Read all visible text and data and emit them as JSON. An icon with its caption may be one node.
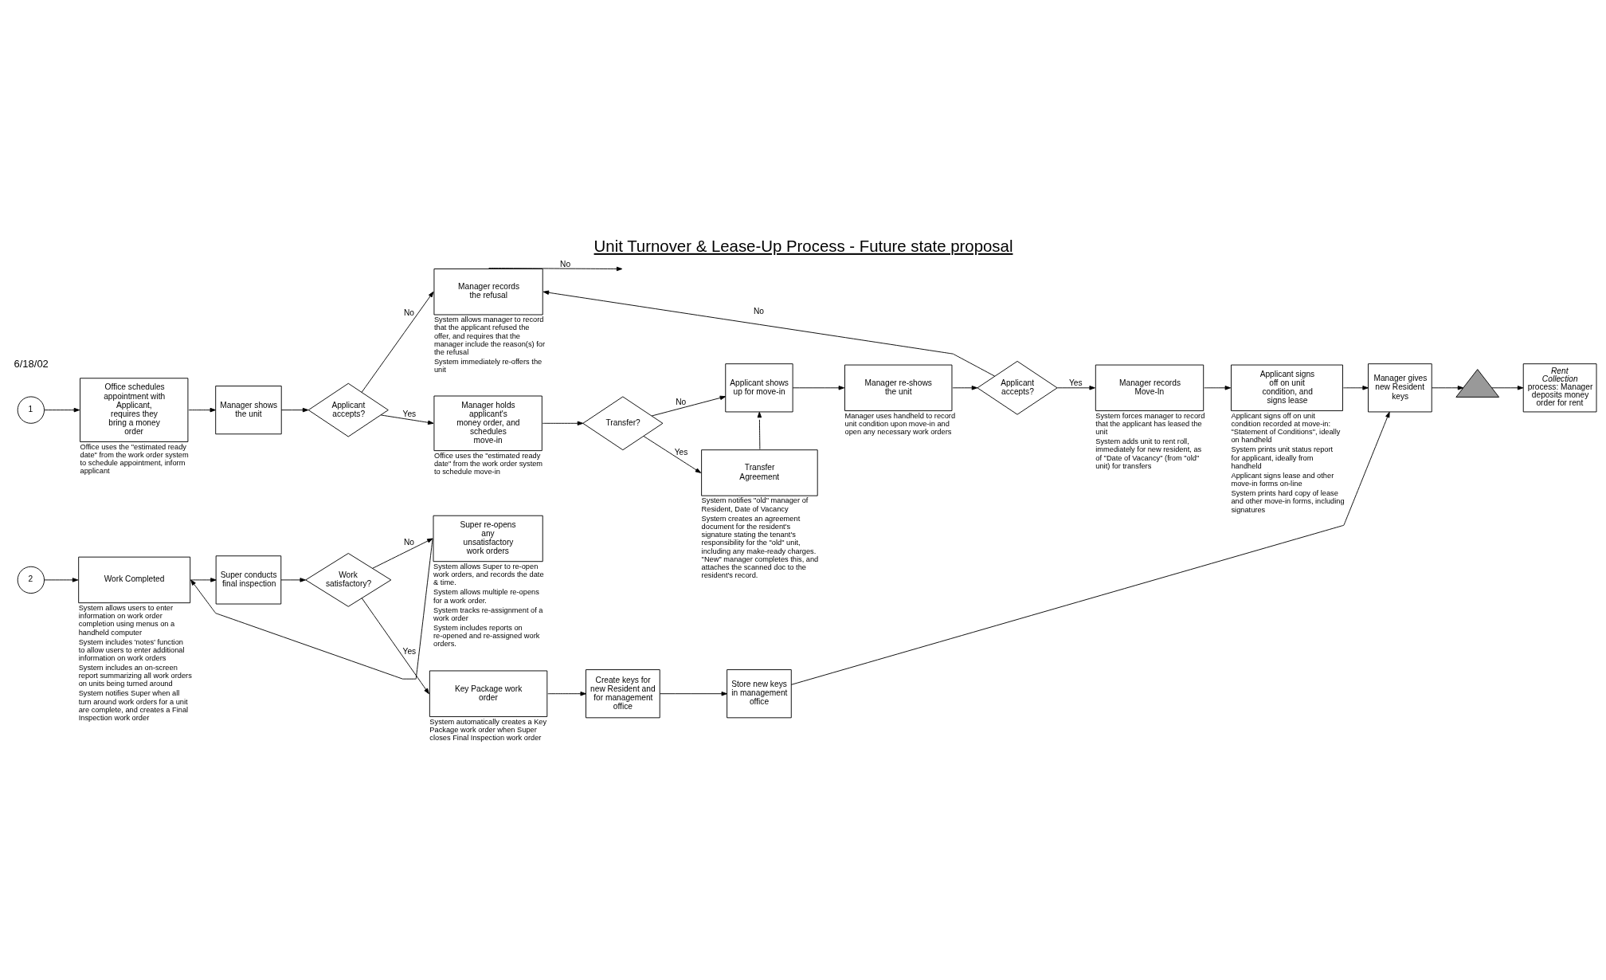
{
  "diagram": {
    "title": "Unit Turnover & Lease-Up Process - Future state proposal",
    "nodes": [
      {
        "text": [
          "1"
        ]
      },
      {
        "text": [
          "Office schedules appointment with Applicant, requires they bring a money order"
        ],
        "beside": [
          "Office uses the \"estimated ready date\" from the work order system to schedule appointment, inform applicant"
        ]
      },
      {
        "text": [
          "Manager shows the unit"
        ]
      },
      {
        "text": [
          "Applicant accepts?"
        ]
      },
      {
        "text": [
          "Manager records the refusal"
        ],
        "beside": [
          "System allows manager to record that the applicant refused the offer, and requires that the manager include the reason(s) for the refusal",
          "System immediately re-offers the unit"
        ]
      },
      {
        "text": [
          "Manager holds applicant's money order, and schedules move-in"
        ],
        "beside": [
          "Office uses the \"estimated ready date\" from the work order system to schedule move-in"
        ]
      },
      {
        "text": [
          "Transfer?"
        ]
      },
      {
        "text": [
          "Applicant shows up for move-in"
        ]
      },
      {
        "text": [
          "Transfer Agreement"
        ],
        "beside": [
          "System notifies \"old\" manager of Resident, Date of Vacancy",
          "System creates an agreement document for the resident's signature stating the tenant's responsibility for the \"old\" unit, including any make-ready charges.  \"New\" manager completes this, and attaches the scanned doc to the resident's record."
        ]
      },
      {
        "text": [
          "Manager re-shows the unit"
        ],
        "beside": [
          "Manager uses handheld to record unit condition upon move-in and open any necessary work orders"
        ]
      },
      {
        "text": [
          "Applicant accepts?"
        ]
      },
      {
        "text": [
          "Manager records Move-In"
        ],
        "beside": [
          "System forces manager to record that the applicant has leased the unit",
          "System adds unit to rent roll, immediately for new resident, as of \"Date of Vacancy\" (from \"old\" unit) for transfers"
        ]
      },
      {
        "text": [
          "Applicant signs off on unit condition, and signs lease"
        ],
        "beside": [
          "Applicant signs off on unit condition recorded at move-in: \"Statement of Conditions\", ideally on handheld",
          "System prints unit status report for applicant, ideally from handheld",
          "Applicant signs lease and other move-in forms on-line",
          "System prints hard copy of lease and other move-in forms, including signatures"
        ]
      },
      {
        "text": [
          "Manager gives new Resident keys"
        ]
      },
      {
        "text": [],
        "shape": "triangle"
      },
      {
        "text": [
          "*Rent Collection* process: Manager deposits money order for rent"
        ]
      },
      {
        "text": [
          "2"
        ]
      },
      {
        "text": [
          "Work Completed"
        ],
        "beside": [
          "System allows users to enter information on work order completion using menus on a handheld computer",
          "System includes 'notes' function to allow users to enter additional information on work orders",
          "System includes an on-screen report summarizing all work orders on units being turned around",
          "System notifies Super when all turn around work orders for a unit are complete, and creates a Final Inspection work order"
        ]
      },
      {
        "text": [
          "Super conducts final inspection"
        ]
      },
      {
        "text": [
          "Work satisfactory?"
        ]
      },
      {
        "text": [
          "Super re-opens any unsatisfactory work orders"
        ],
        "beside": [
          "System allows Super to re-open work orders, and records the date & time.",
          "System allows multiple re-opens for a work order.",
          "System tracks re-assignment of a work order",
          "System includes reports on re-opened and re-assigned work orders."
        ]
      },
      {
        "text": [
          "Key Package work order"
        ],
        "beside": [
          "System automatically creates a Key Package work order when Super closes Final Inspection work order"
        ]
      },
      {
        "text": [
          "Create keys for new Resident and for management office"
        ]
      },
      {
        "text": [
          "Store new keys in management office"
        ]
      }
    ],
    "edges": [
      {
        "from": 0,
        "to": 1,
        "arrow": "to"
      },
      {
        "from": 1,
        "to": 2,
        "arrow": "to"
      },
      {
        "from": 2,
        "to": 3,
        "arrow": "to"
      },
      {
        "from": 3,
        "to": 4,
        "label": "No",
        "arrow": "to"
      },
      {
        "from": 3,
        "to": 5,
        "label": "Yes",
        "arrow": "to"
      },
      {
        "from": 4,
        "to": null,
        "label": "No",
        "arrow": "to"
      },
      {
        "from": 5,
        "to": 6,
        "arrow": "to"
      },
      {
        "from": 6,
        "to": 7,
        "label": "No",
        "arrow": "to"
      },
      {
        "from": 6,
        "to": 8,
        "label": "Yes",
        "arrow": "to"
      },
      {
        "from": 8,
        "to": 7,
        "arrow": "to"
      },
      {
        "from": 7,
        "to": 9,
        "arrow": "to"
      },
      {
        "from": 9,
        "to": 10,
        "arrow": "to"
      },
      {
        "from": 10,
        "to": 4,
        "label": "No",
        "arrow": "to"
      },
      {
        "from": 10,
        "to": 11,
        "label": "Yes",
        "arrow": "to"
      },
      {
        "from": 11,
        "to": 12,
        "arrow": "to"
      },
      {
        "from": 12,
        "to": 13,
        "arrow": "to"
      },
      {
        "from": 13,
        "to": 14,
        "arrow": "to"
      },
      {
        "from": 14,
        "to": 15,
        "arrow": "to"
      },
      {
        "from": 16,
        "to": 17,
        "arrow": "to"
      },
      {
        "from": 17,
        "to": 18,
        "arrow": "to"
      },
      {
        "from": 18,
        "to": 19,
        "arrow": "to"
      },
      {
        "from": 19,
        "to": 20,
        "label": "No",
        "arrow": "to"
      },
      {
        "from": 19,
        "to": 21,
        "label": "Yes",
        "arrow": "to"
      },
      {
        "from": 20,
        "to": 17,
        "arrow": "to"
      },
      {
        "from": 21,
        "to": 22,
        "arrow": "to"
      },
      {
        "from": 22,
        "to": 23,
        "arrow": "to"
      },
      {
        "from": 23,
        "to": 13,
        "arrow": "to"
      }
    ],
    "labels": [
      "6/18/02"
    ]
  }
}
